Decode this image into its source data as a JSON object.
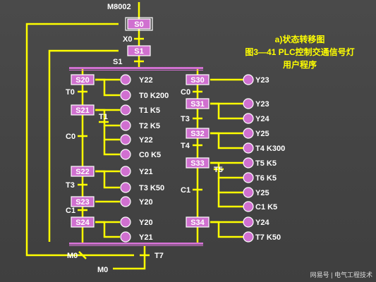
{
  "title": {
    "line1": "a)状态转移图",
    "line2": "图3—41 PLC控制交通信号灯",
    "line3": "用户程序"
  },
  "watermark": "网易号 | 电气工程技术",
  "colors": {
    "line": "#ffff00",
    "box": "#d070d0",
    "text": "#ffffff",
    "title": "#ffff00"
  },
  "contacts": {
    "m8002": "M8002",
    "x0": "X0",
    "s1": "S1",
    "t0": "T0",
    "t1": "T1",
    "c0": "C0",
    "t3": "T3",
    "c1": "C1",
    "c0r": "C0",
    "t3r": "T3",
    "t4r": "T4",
    "t5r": "T5",
    "c1r": "C1",
    "m0a": "M0",
    "m0b": "M0",
    "t7": "T7"
  },
  "steps": {
    "s0": "S0",
    "s1": "S1",
    "s20": "S20",
    "s21": "S21",
    "s22": "S22",
    "s23": "S23",
    "s24": "S24",
    "s30": "S30",
    "s31": "S31",
    "s32": "S32",
    "s33": "S33",
    "s34": "S34"
  },
  "outputs": {
    "l1": "Y22",
    "l2": "T0  K200",
    "l3": "T1  K5",
    "l4": "T2  K5",
    "l5": "Y22",
    "l6": "C0  K5",
    "l7": "Y21",
    "l8": "T3  K50",
    "l9": "Y20",
    "l10": "Y20",
    "l11": "Y21",
    "r1": "Y23",
    "r2": "Y23",
    "r3": "Y24",
    "r4": "Y25",
    "r5": "T4  K300",
    "r6": "T5  K5",
    "r7": "T6  K5",
    "r8": "Y25",
    "r9": "C1  K5",
    "r10": "Y24",
    "r11": "T7  K50"
  }
}
